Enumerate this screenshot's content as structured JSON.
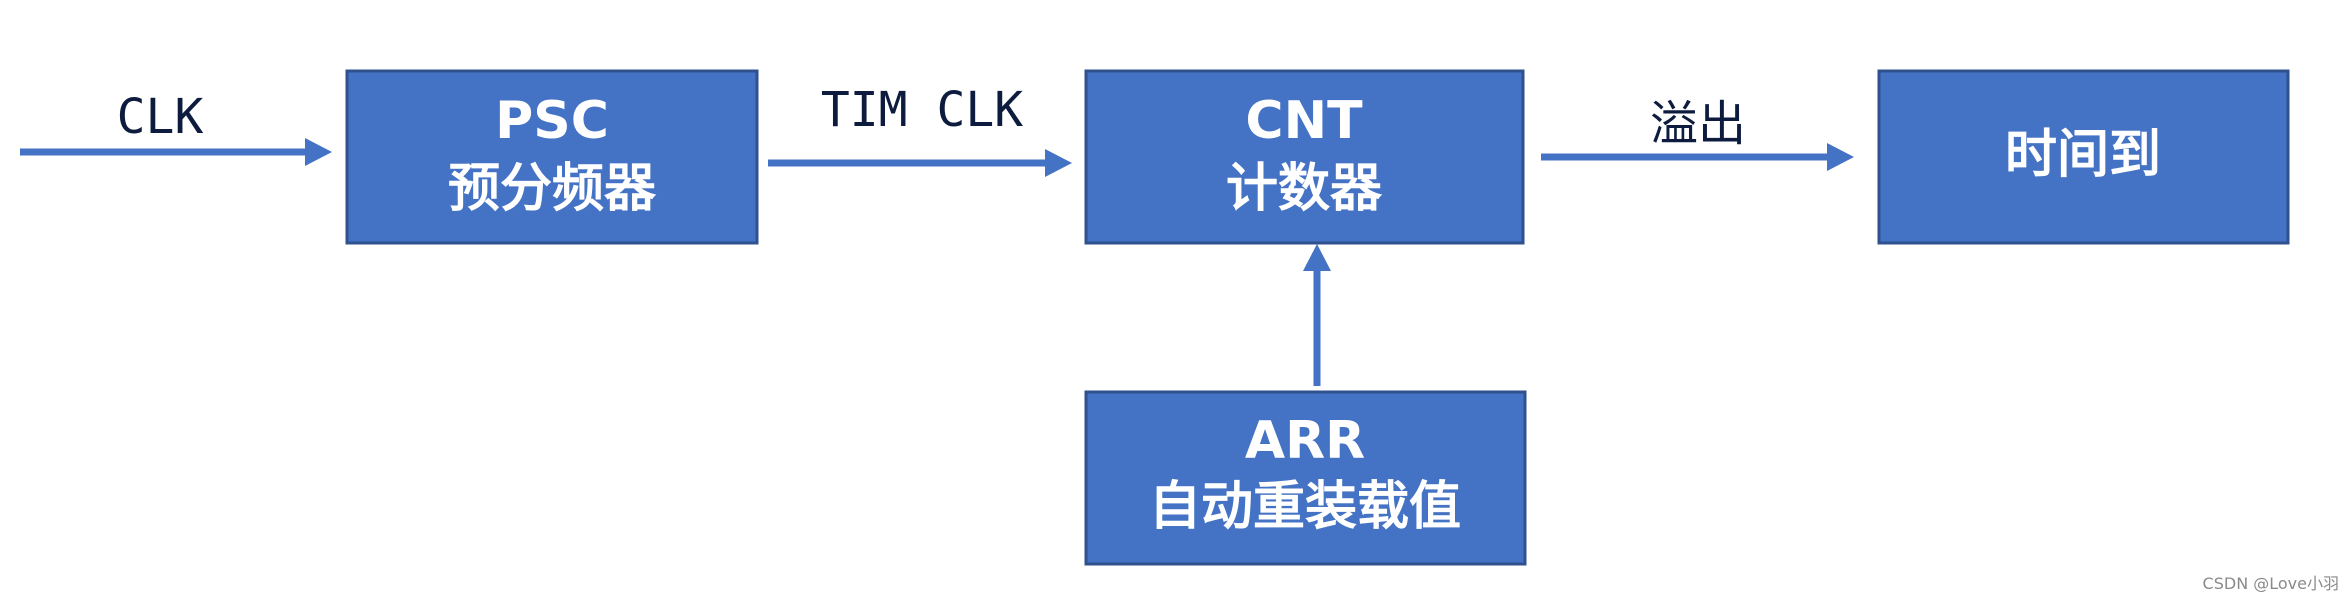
{
  "diagram": {
    "input_label": "CLK",
    "psc": {
      "title": "PSC",
      "subtitle": "预分频器"
    },
    "tim_clk_label": "TIM CLK",
    "cnt": {
      "title": "CNT",
      "subtitle": "计数器"
    },
    "overflow_label": "溢出",
    "result": {
      "title": "时间到"
    },
    "arr": {
      "title": "ARR",
      "subtitle": "自动重装载值"
    }
  },
  "watermark": "CSDN @Love小羽",
  "colors": {
    "box_fill": "#4472c4",
    "box_border": "#2f528f",
    "arrow": "#4472c4",
    "box_text": "#ffffff",
    "label_text": "#0d1b3e"
  }
}
